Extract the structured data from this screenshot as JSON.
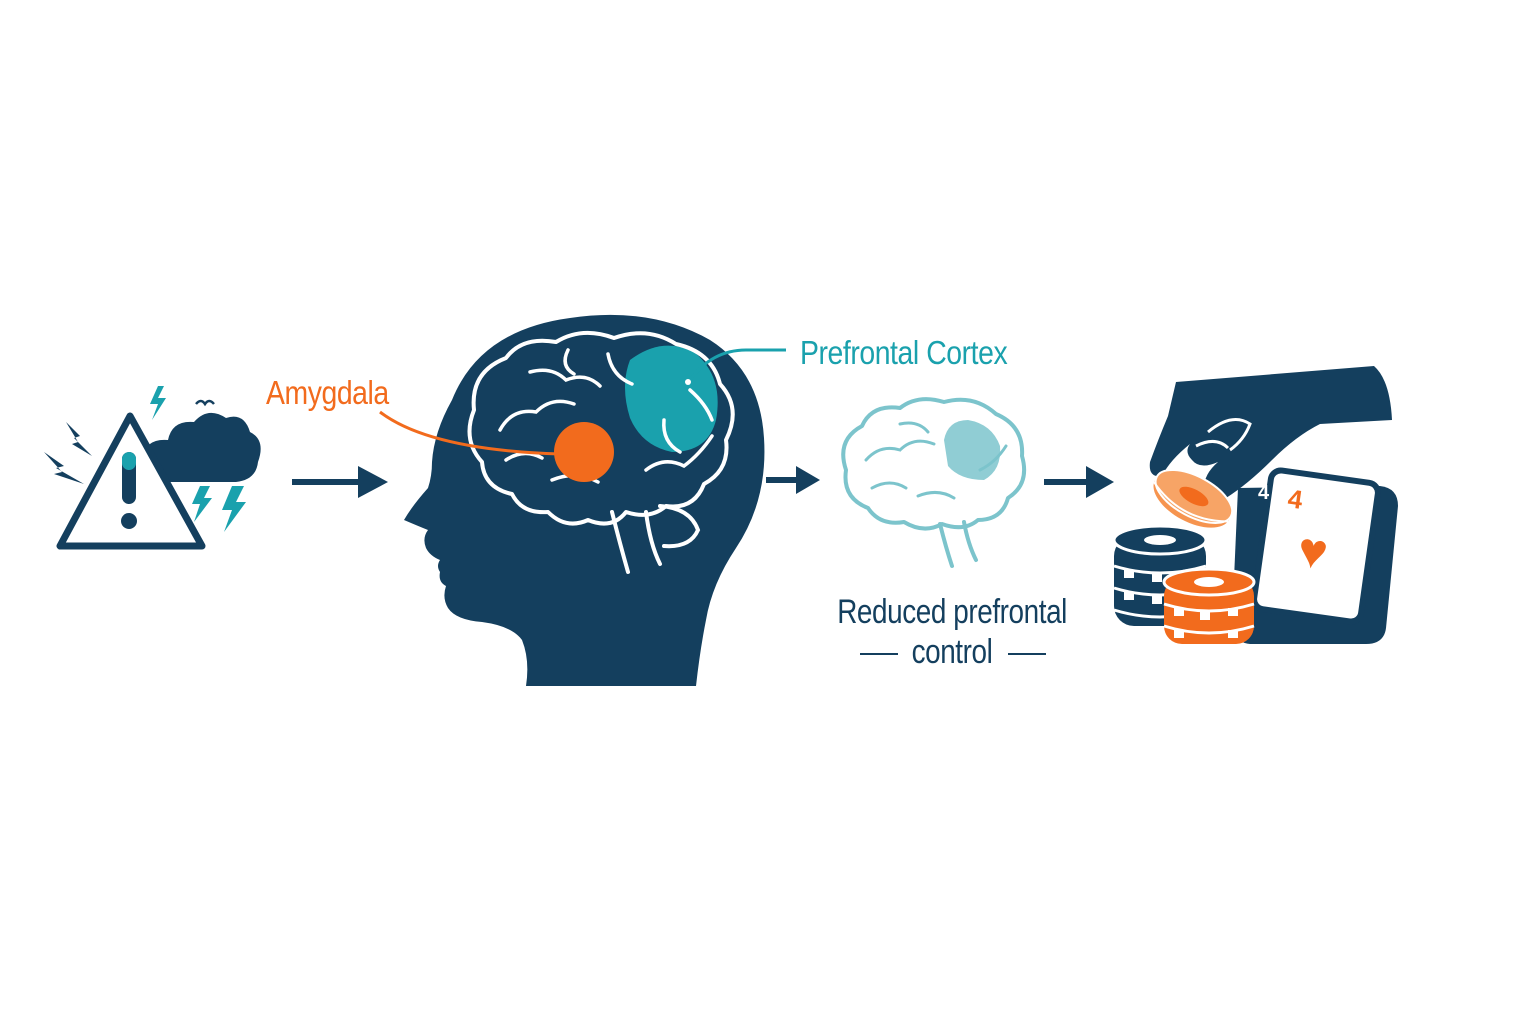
{
  "colors": {
    "navy": "#143f5e",
    "orange": "#f26b1d",
    "teal": "#1aa1ad",
    "light_teal": "#7cc4cc",
    "background": "#ffffff"
  },
  "labels": {
    "amygdala": "Amygdala",
    "prefrontal_cortex": "Prefrontal Cortex",
    "reduced_line1": "Reduced prefrontal",
    "reduced_line2": "control"
  },
  "icons": {
    "stress": "warning-storm-icon",
    "head": "head-brain-icon",
    "weak_brain": "outline-brain-icon",
    "gambling": "hand-chips-cards-icon"
  },
  "playing_card": {
    "rank": "4",
    "suit": "♥"
  }
}
